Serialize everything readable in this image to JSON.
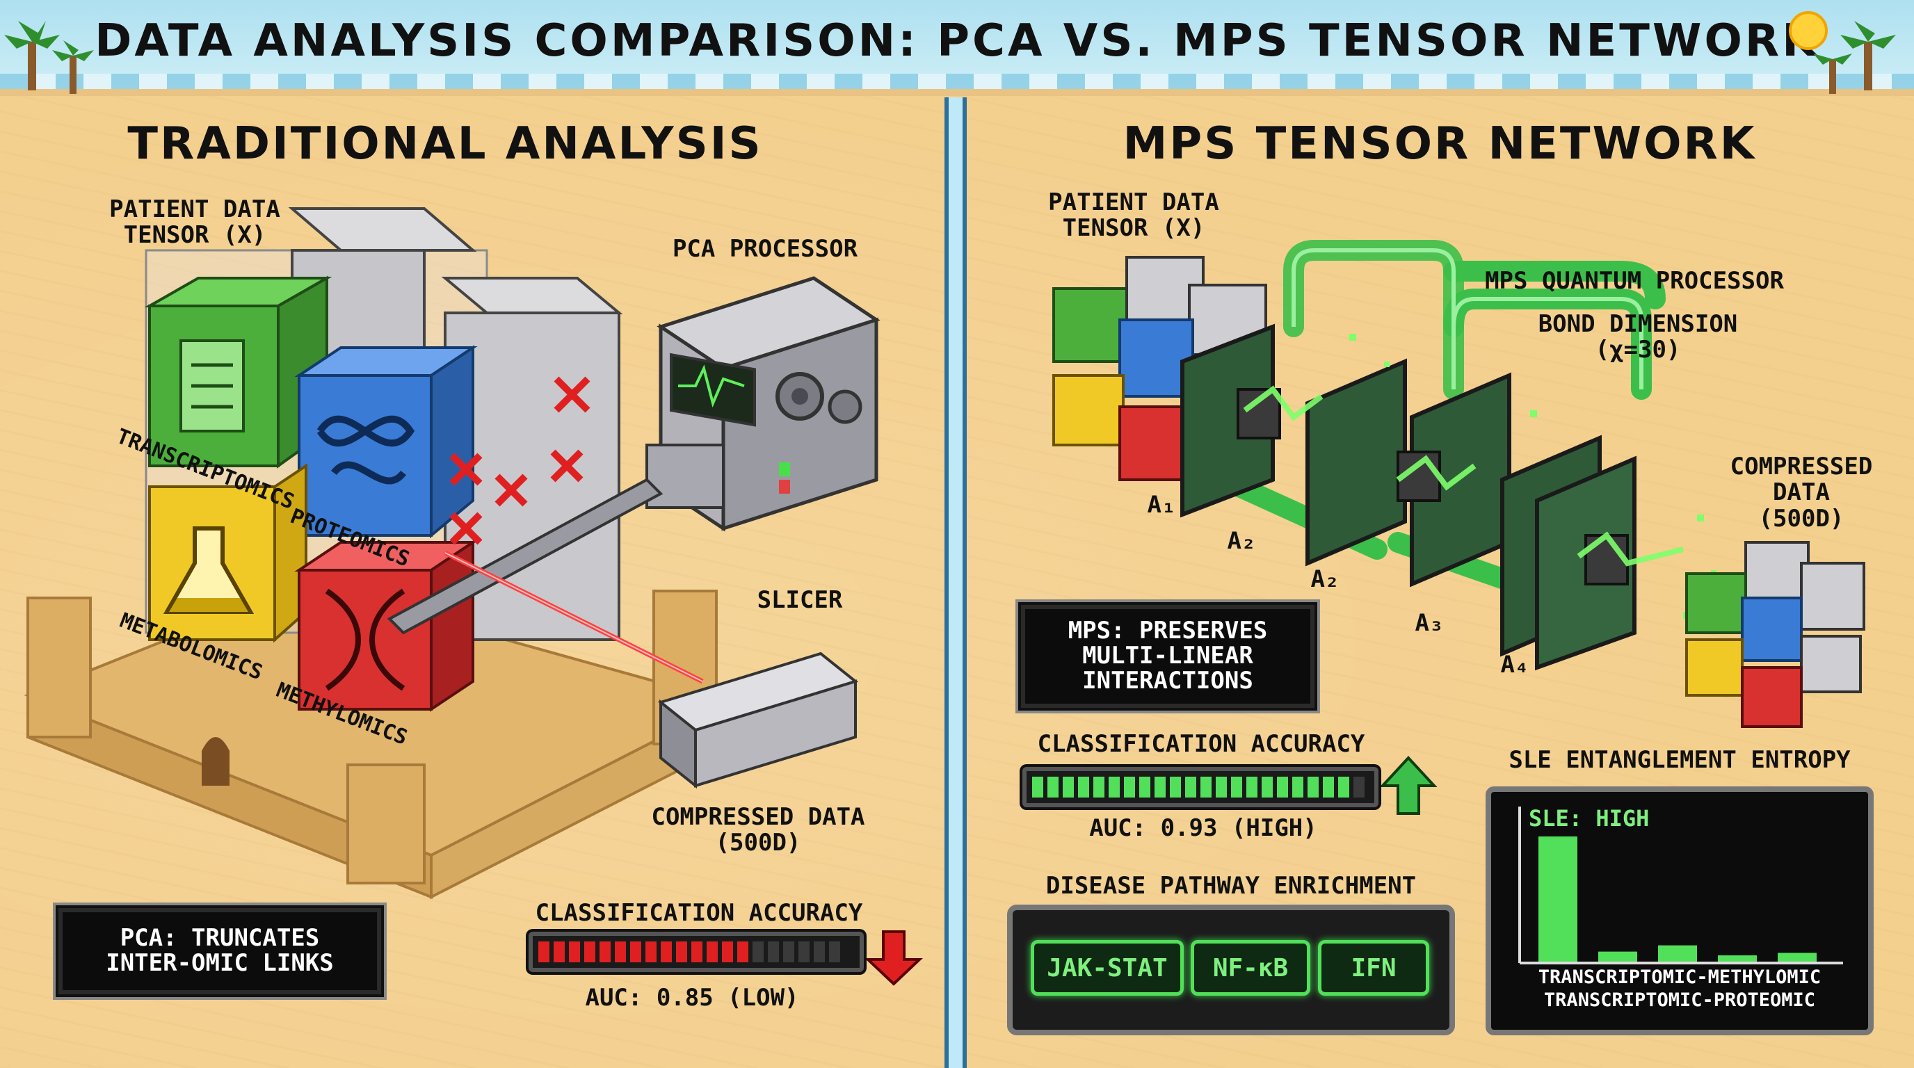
{
  "title": "DATA ANALYSIS COMPARISON: PCA VS. MPS TENSOR NETWORK",
  "left": {
    "heading": "TRADITIONAL ANALYSIS",
    "tensor_label_1": "PATIENT DATA",
    "tensor_label_2": "TENSOR (X)",
    "processor_label": "PCA PROCESSOR",
    "omics": {
      "transcriptomics": "TRANSCRIPTOMICS",
      "proteomics": "PROTEOMICS",
      "metabolomics": "METABOLOMICS",
      "methylomics": "METHYLOMICS"
    },
    "slicer_label": "SLICER",
    "compressed_1": "COMPRESSED DATA",
    "compressed_2": "(500D)",
    "note_1": "PCA: TRUNCATES",
    "note_2": "INTER-OMIC LINKS",
    "accuracy_label": "CLASSIFICATION ACCURACY",
    "accuracy_fill": 0.7,
    "auc": "AUC: 0.85 (LOW)"
  },
  "right": {
    "heading": "MPS TENSOR NETWORK",
    "tensor_label_1": "PATIENT DATA",
    "tensor_label_2": "TENSOR (X)",
    "processor_label": "MPS QUANTUM PROCESSOR",
    "bond_1": "BOND DIMENSION",
    "bond_2": "(χ=30)",
    "cores": [
      "A₁",
      "A₂",
      "A₂",
      "A₃",
      "A₄"
    ],
    "compressed_1": "COMPRESSED",
    "compressed_2": "DATA",
    "compressed_3": "(500D)",
    "note_1": "MPS: PRESERVES",
    "note_2": "MULTI-LINEAR",
    "note_3": "INTERACTIONS",
    "accuracy_label": "CLASSIFICATION ACCURACY",
    "accuracy_fill": 0.95,
    "auc": "AUC: 0.93 (HIGH)",
    "pathway_label": "DISEASE PATHWAY ENRICHMENT",
    "pathways": [
      "JAK-STAT",
      "NF-κB",
      "IFN"
    ],
    "entropy_label": "SLE ENTANGLEMENT ENTROPY",
    "entropy_badge": "SLE: HIGH",
    "entropy_levels": [
      1.0,
      0.08,
      0.13,
      0.05,
      0.07
    ],
    "entropy_axis_1": "TRANSCRIPTOMIC-METHYLOMIC",
    "entropy_axis_2": "TRANSCRIPTOMIC-PROTEOMIC"
  },
  "colors": {
    "sand": "#f4d08f",
    "sky": "#aee0f0",
    "green": "#4caf3c",
    "blue": "#3a7bd5",
    "yellow": "#f1c927",
    "red": "#d93030",
    "grey": "#c9c9cc",
    "neon": "#52e05a",
    "alert": "#e02020"
  },
  "icons": [
    "palm-tree-icon",
    "sun-icon",
    "scroll-icon",
    "protein-icon",
    "flask-icon",
    "dna-icon",
    "x-mark-icon",
    "gear-icon",
    "heartbeat-icon",
    "up-arrow-icon",
    "down-arrow-icon",
    "circuit-chip-icon",
    "sandcastle-icon",
    "laser-icon"
  ]
}
